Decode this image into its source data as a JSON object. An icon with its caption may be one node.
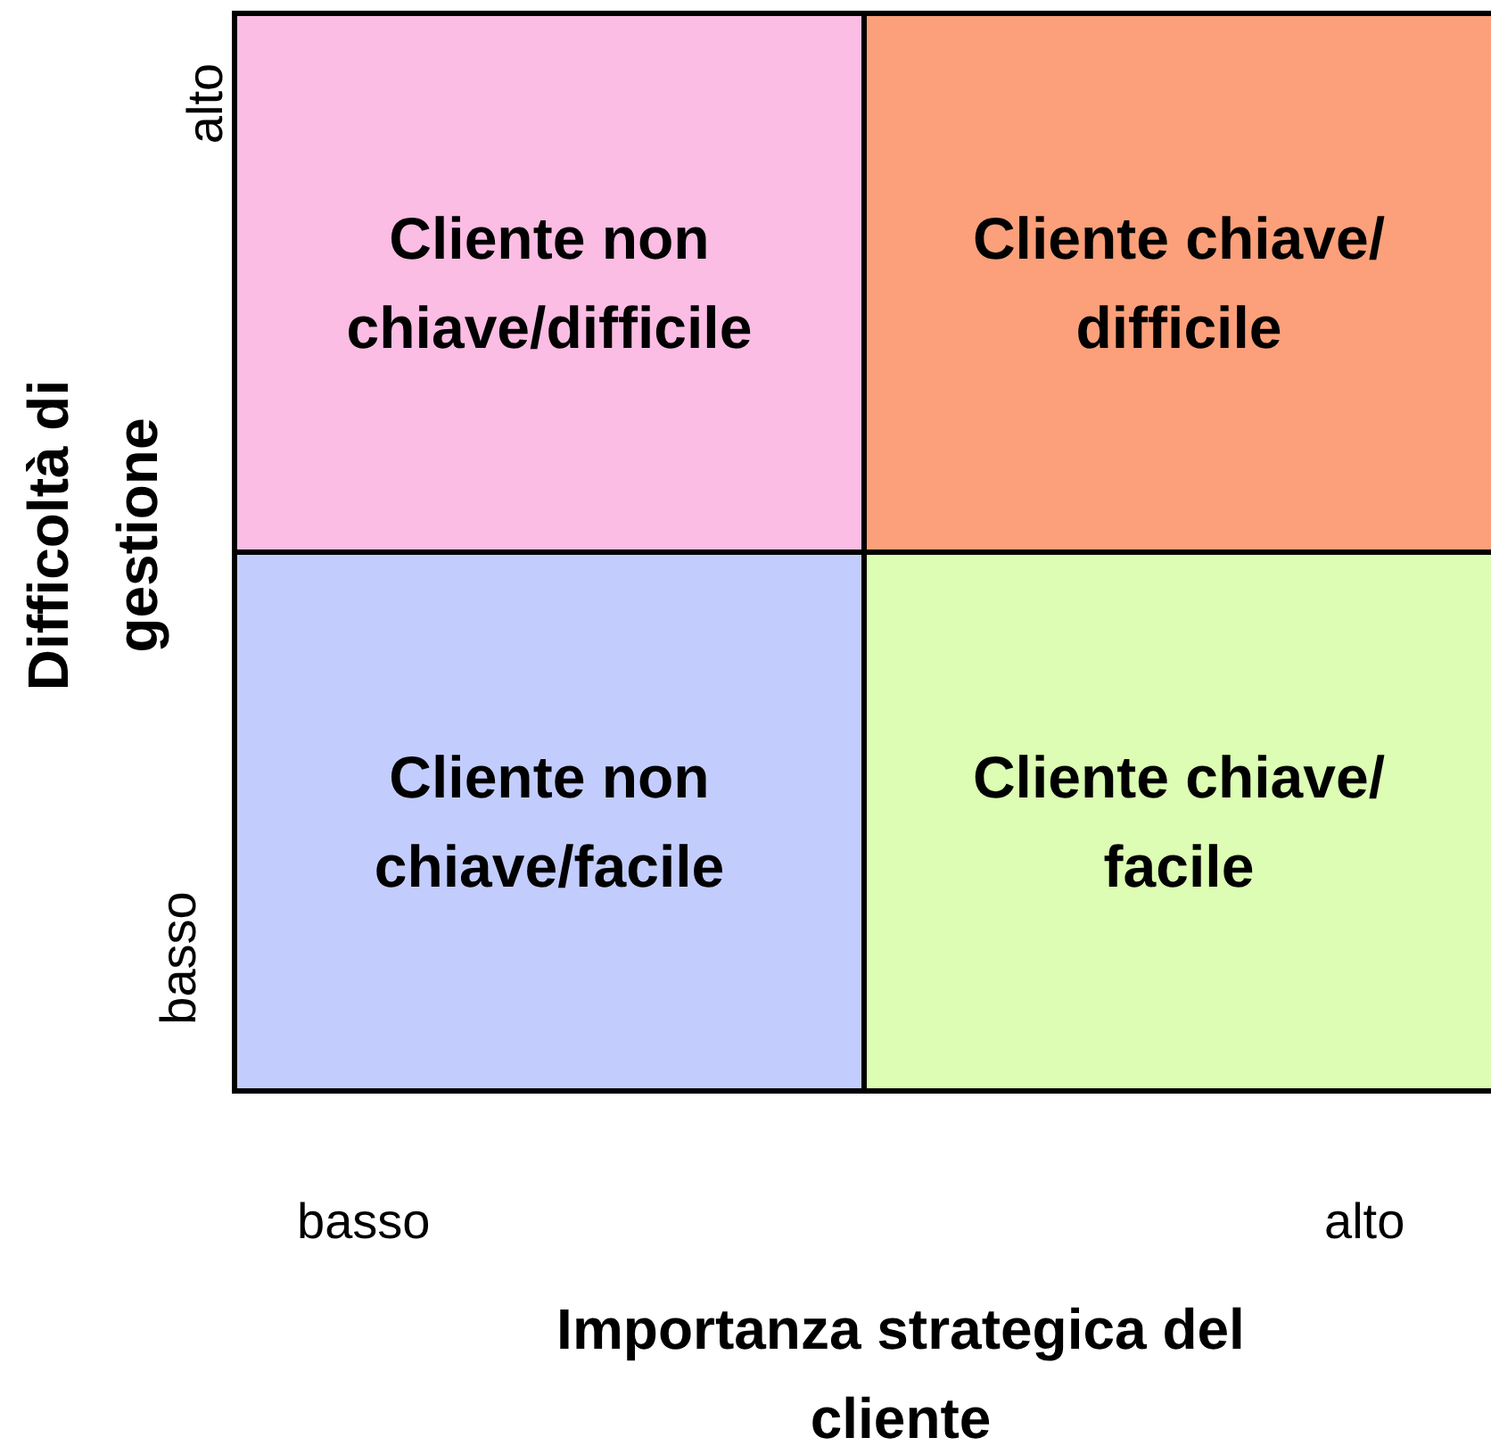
{
  "diagram": {
    "nodes": [
      {
        "text": [
          "Cliente non chiave/difficile"
        ]
      },
      {
        "text": [
          "Cliente chiave/ difficile"
        ]
      },
      {
        "text": [
          "Cliente non chiave/facile"
        ]
      },
      {
        "text": [
          "Cliente chiave/ facile"
        ]
      }
    ],
    "labels": [
      "alto",
      "Difficoltà di gestione",
      "basso",
      "basso",
      "alto",
      "Importanza strategica del cliente"
    ]
  }
}
